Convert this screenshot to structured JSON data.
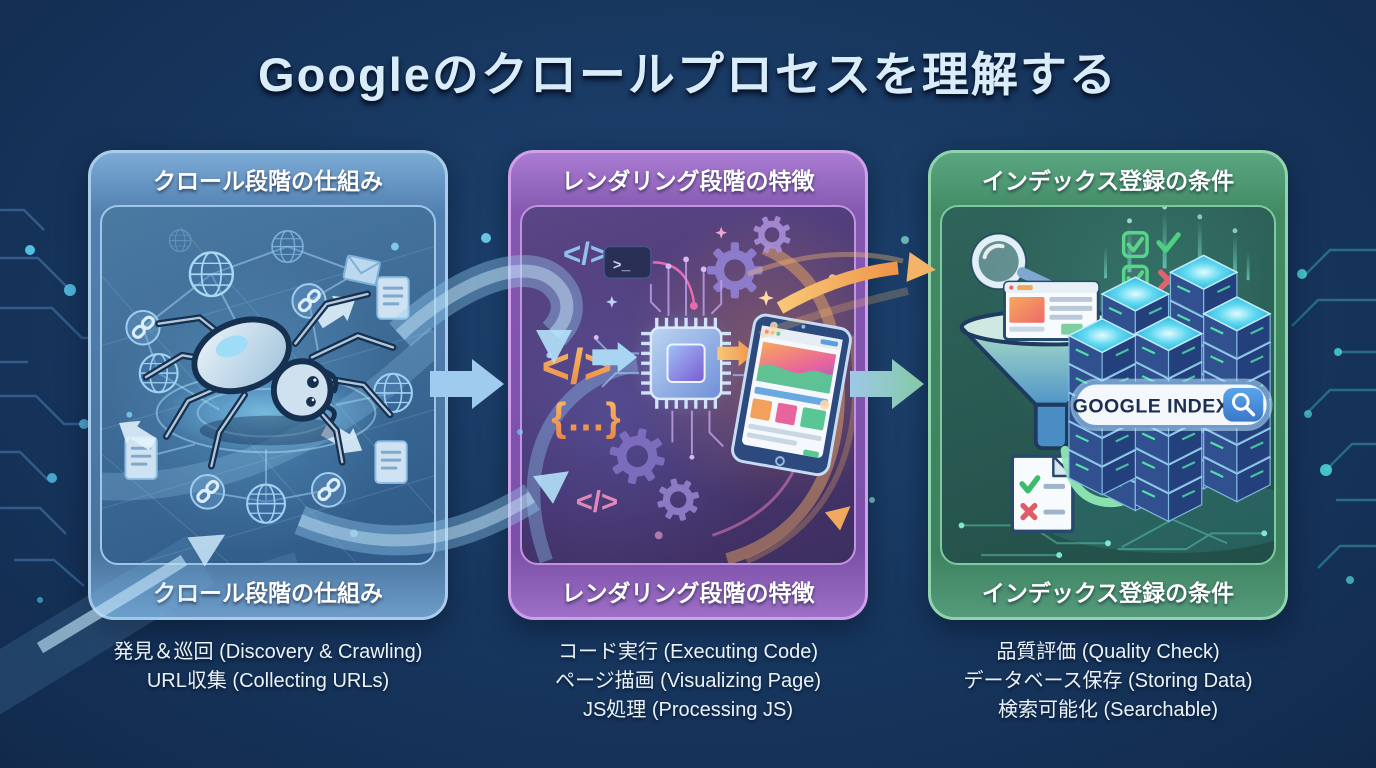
{
  "title": "Googleのクロールプロセスを理解する",
  "panels": {
    "crawl": {
      "title": "クロール段階の仕組み",
      "footer": "クロール段階の仕組み"
    },
    "render": {
      "title": "レンダリング段階の特徴",
      "footer": "レンダリング段階の特徴"
    },
    "index": {
      "title": "インデックス登録の条件",
      "footer": "インデックス登録の条件",
      "search_label": "GOOGLE INDEX"
    }
  },
  "captions": {
    "crawl": [
      "発見＆巡回 (Discovery & Crawling)",
      "URL収集 (Collecting URLs)"
    ],
    "render": [
      "コード実行 (Executing Code)",
      "ページ描画 (Visualizing Page)",
      "JS処理 (Processing JS)"
    ],
    "index": [
      "品質評価 (Quality Check)",
      "データベース保存 (Storing Data)",
      "検索可能化 (Searchable)"
    ]
  },
  "icons": {
    "code_tag": "</>",
    "code_braces": "{…}",
    "terminal_prompt": ">_"
  },
  "colors": {
    "background": "#17365e",
    "crawl_accent": "#6d9fce",
    "render_accent": "#9a6cc8",
    "index_accent": "#4f9c79",
    "blue_flow": "#9ecbee",
    "orange_flow": "#f2a654",
    "green_flow": "#8fe8b4"
  }
}
